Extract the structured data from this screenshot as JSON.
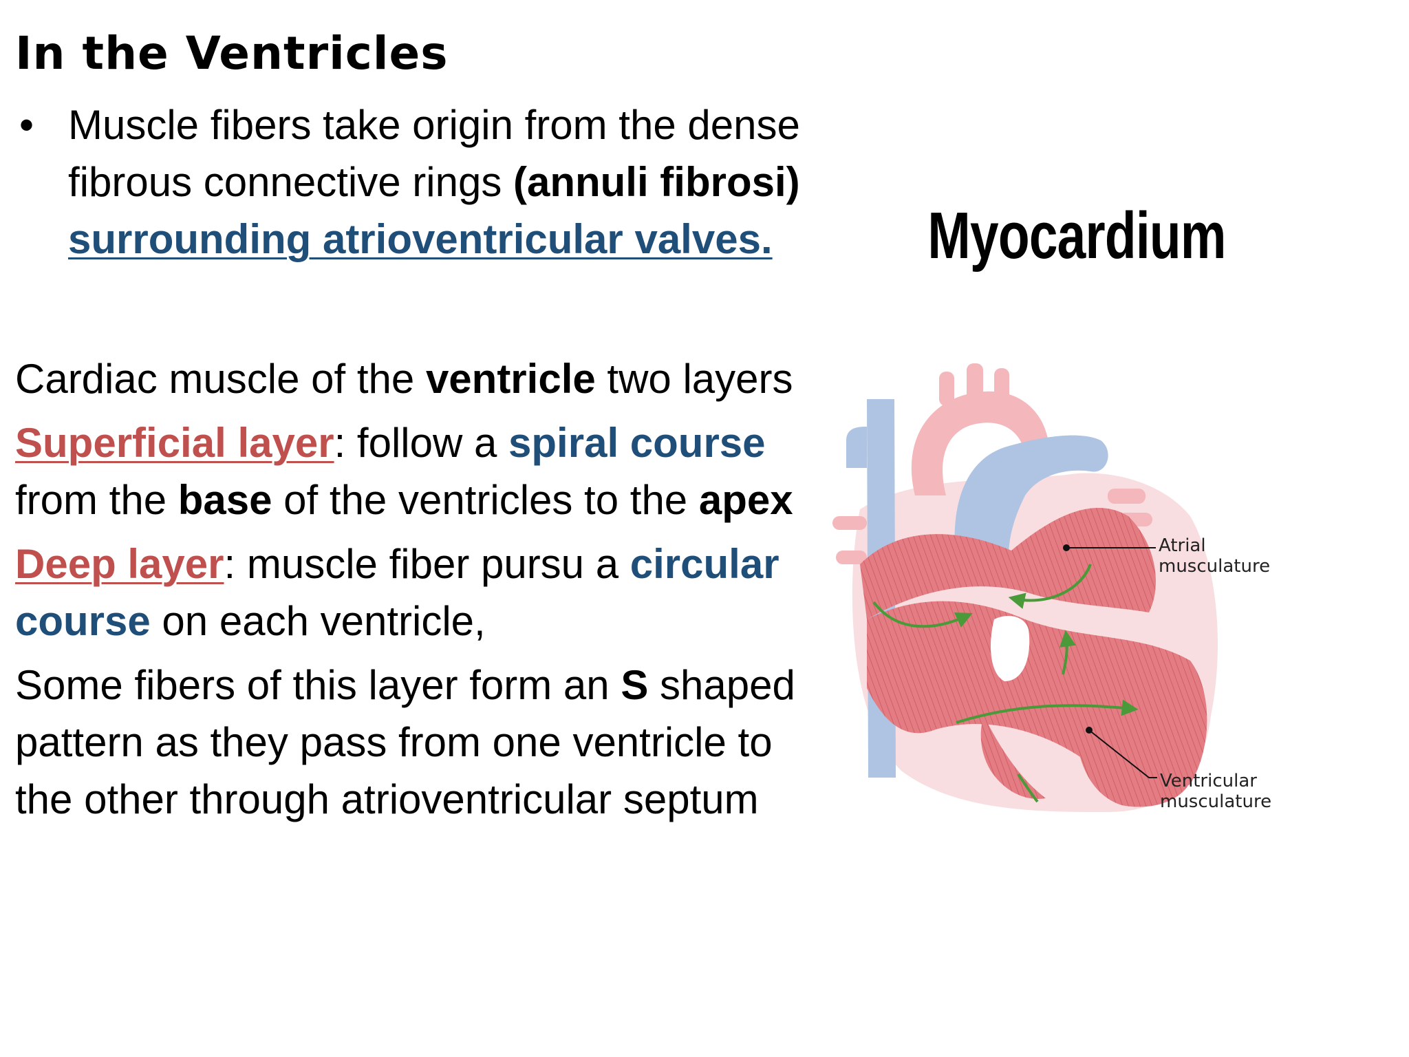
{
  "slide": {
    "title": "In the Ventricles"
  },
  "bullet": {
    "marker": "•",
    "text_1": "Muscle fibers take origin from the dense fibrous connective rings ",
    "bold_1": "(annuli fibrosi)",
    "space": " ",
    "link_text": "surrounding atrioventricular valves."
  },
  "layers_intro": {
    "text_1": "Cardiac muscle of the ",
    "bold": "ventricle",
    "text_2": " two layers"
  },
  "superficial": {
    "term": "Superficial layer",
    "text_1": ": follow a ",
    "accent": "spiral course",
    "text_2": " from the ",
    "bold_base": "base",
    "text_3": " of the ventricles to the ",
    "bold_apex": "apex"
  },
  "deep": {
    "term": "Deep layer",
    "text_1": ": muscle fiber pursu a ",
    "accent": "circular course",
    "text_2": " on each ventricle,"
  },
  "s_shape": {
    "text_1": "Some fibers of this layer form an ",
    "bold": "S",
    "text_2": " shaped pattern as they pass from one ventricle to the other through atrioventricular septum"
  },
  "figure": {
    "title": "Myocardium",
    "label_atrial": "Atrial\nmusculature",
    "label_ventricular": "Ventricular\nmusculature"
  },
  "colors": {
    "link_blue": "#1f4e79",
    "term_red": "#c0504d",
    "muscle_red": "#e07a7f",
    "vessel_blue": "#aec4e2",
    "vessel_pink": "#f4b7bb",
    "arrow_green": "#4a9a3a"
  }
}
